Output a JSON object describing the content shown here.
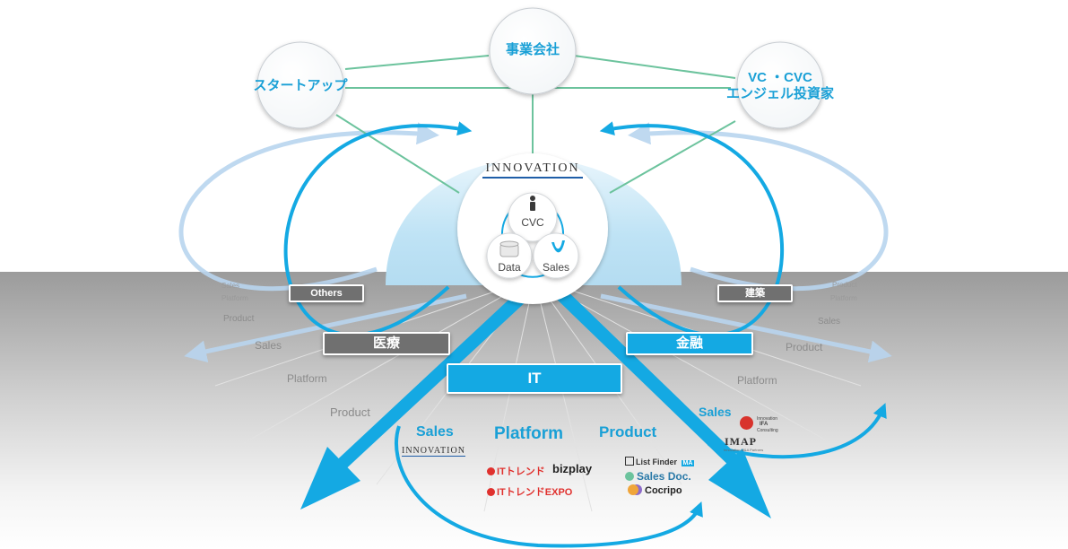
{
  "nodes": {
    "jigyo": "事業会社",
    "startup": "スタートアップ",
    "vc_line1": "VC ・CVC",
    "vc_line2": "エンジェル投資家"
  },
  "core": {
    "brand": "INNOVATION",
    "cvc": "CVC",
    "data": "Data",
    "sales": "Sales"
  },
  "tags": {
    "others": "Others",
    "kenchiku": "建築",
    "iryo": "医療",
    "kinyu": "金融",
    "it": "IT"
  },
  "ghost_left": {
    "sales_sm": "Sales",
    "platform_sm": "Platform",
    "product_md": "Product",
    "sales_md": "Sales",
    "platform_lg": "Platform",
    "product_lg": "Product"
  },
  "ghost_right": {
    "product_sm": "Product",
    "platform_sm": "Platform",
    "sales_md": "Sales",
    "product_md": "Product",
    "platform_lg": "Platform"
  },
  "it_columns": {
    "sales": "Sales",
    "platform": "Platform",
    "product": "Product",
    "sales_right": "Sales"
  },
  "logos": {
    "innovation": "INNOVATION",
    "itrend": "ITトレンド",
    "bizplay": "bizplay",
    "itrend_expo": "ITトレンドEXPO",
    "listfinder": "List Finder",
    "listfinder_badge": "MA",
    "salesdoc": "Sales Doc.",
    "cocripo": "Cocripo",
    "ifa_line1": "Innovation",
    "ifa_line2": "IFA",
    "ifa_line3": "Consulting",
    "imap": "IMAP",
    "imap_sub": "Innovation M&A Partners"
  },
  "colors": {
    "cyan": "#14a9e3",
    "light_blue": "#b9d5ef",
    "green_line": "#6cc39d",
    "tag_gray": "#707070",
    "floor_gray": "#9a9a9a"
  }
}
